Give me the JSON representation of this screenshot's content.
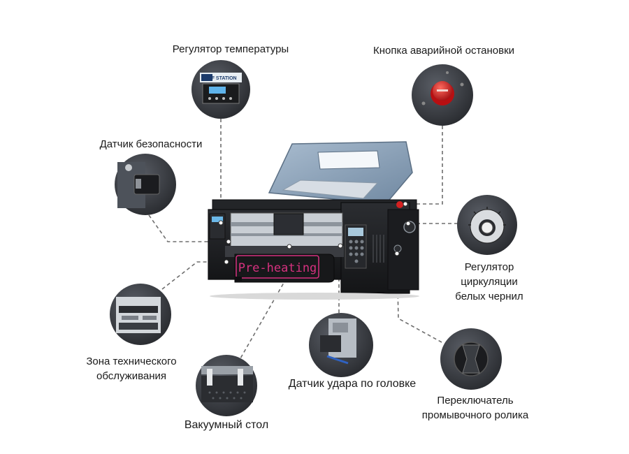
{
  "colors": {
    "leader_line": "#6e6e6e",
    "printer_body": "#1e1f22",
    "printer_lid": "#8fa3b8",
    "banner_text": "#d6317f",
    "stop_button": "#d42020",
    "circle_bg": "#3a3d42",
    "label_text": "#1a1a1a"
  },
  "printer": {
    "brand_badge": "DTF STATION",
    "banner_text": "Pre-heating"
  },
  "callouts": [
    {
      "id": "temperature-regulator",
      "icon": "temperature-controller-icon",
      "label_lines": [
        "Регулятор температуры"
      ]
    },
    {
      "id": "emergency-stop",
      "icon": "emergency-stop-button-icon",
      "label_lines": [
        "Кнопка аварийной остановки"
      ]
    },
    {
      "id": "safety-sensor",
      "icon": "safety-sensor-icon",
      "label_lines": [
        "Датчик безопасности"
      ]
    },
    {
      "id": "white-ink-circulation",
      "icon": "rotary-knob-icon",
      "label_lines": [
        "Регулятор",
        "циркуляции",
        "белых чернил"
      ]
    },
    {
      "id": "maintenance-zone",
      "icon": "maintenance-station-icon",
      "label_lines": [
        "Зона технического",
        "обслуживания"
      ]
    },
    {
      "id": "head-strike-sensor",
      "icon": "head-crash-sensor-icon",
      "label_lines": [
        "Датчик удара по головке"
      ]
    },
    {
      "id": "vacuum-table",
      "icon": "vacuum-table-icon",
      "label_lines": [
        "Вакуумный стол"
      ]
    },
    {
      "id": "wash-roller-switch",
      "icon": "wash-roller-switch-icon",
      "label_lines": [
        "Переключатель",
        "промывочного ролика"
      ]
    }
  ]
}
